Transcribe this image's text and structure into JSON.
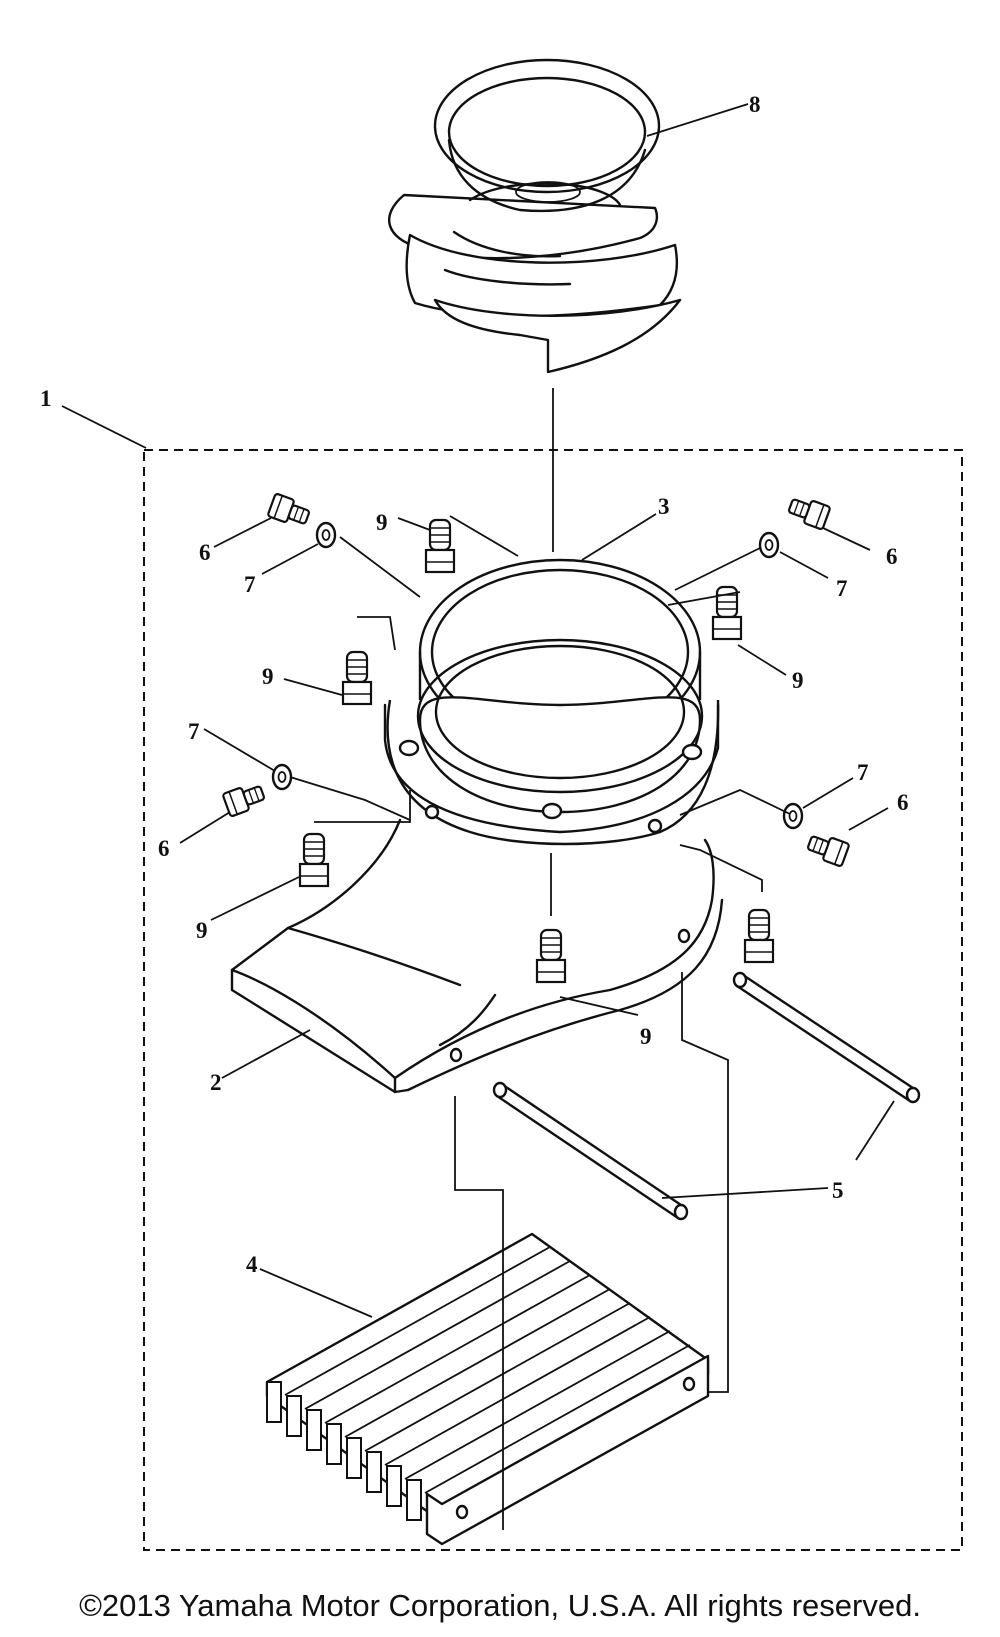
{
  "callouts": {
    "c1": "1",
    "c2": "2",
    "c3": "3",
    "c4": "4",
    "c5": "5",
    "c6a": "6",
    "c6b": "6",
    "c6c": "6",
    "c6d": "6",
    "c7a": "7",
    "c7b": "7",
    "c7c": "7",
    "c7d": "7",
    "c8": "8",
    "c9a": "9",
    "c9b": "9",
    "c9c": "9",
    "c9d": "9",
    "c9e": "9"
  },
  "copyright": "©2013 Yamaha Motor Corporation, U.S.A. All rights reserved."
}
